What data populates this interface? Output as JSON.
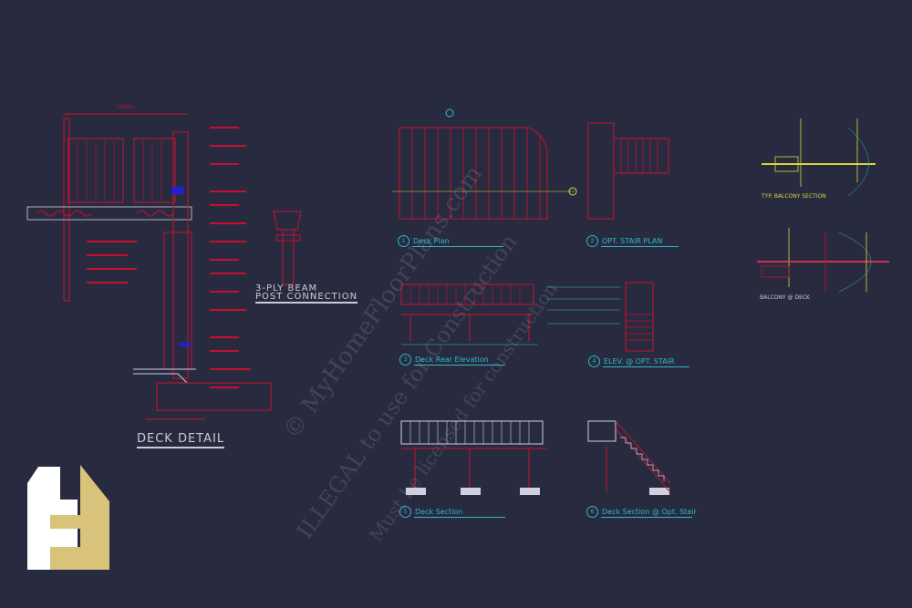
{
  "deck_detail": {
    "title": "DECK DETAIL",
    "dimension_label": "VARIES",
    "beam_title_line1": "3-PLY BEAM",
    "beam_title_line2": "POST CONNECTION"
  },
  "sheets": [
    {
      "number": "1",
      "title": "Deck Plan"
    },
    {
      "number": "2",
      "title": "OPT. STAIR PLAN"
    },
    {
      "number": "3",
      "title": "Deck Rear Elevation"
    },
    {
      "number": "4",
      "title": "ELEV. @ OPT. STAIR"
    },
    {
      "number": "5",
      "title": "Deck Section"
    },
    {
      "number": "6",
      "title": "Deck Section @ Opt. Stair"
    }
  ],
  "balcony": {
    "section_title": "TYP. BALCONY SECTION",
    "deck_title": "BALCONY @ DECK"
  },
  "watermark": {
    "line1": "© MyHomeFloorPlans.com",
    "line2": "ILLEGAL to use for Construction",
    "line3": "Must be licensed for construction"
  },
  "colors": {
    "background": "#282b40",
    "linework": "#c8102e",
    "annotation": "#2fb7c7",
    "balcony": "#d8d83a",
    "logo_white": "#ffffff",
    "logo_gold": "#d9c27a"
  },
  "logo": {
    "icon": "house-h-logo"
  }
}
